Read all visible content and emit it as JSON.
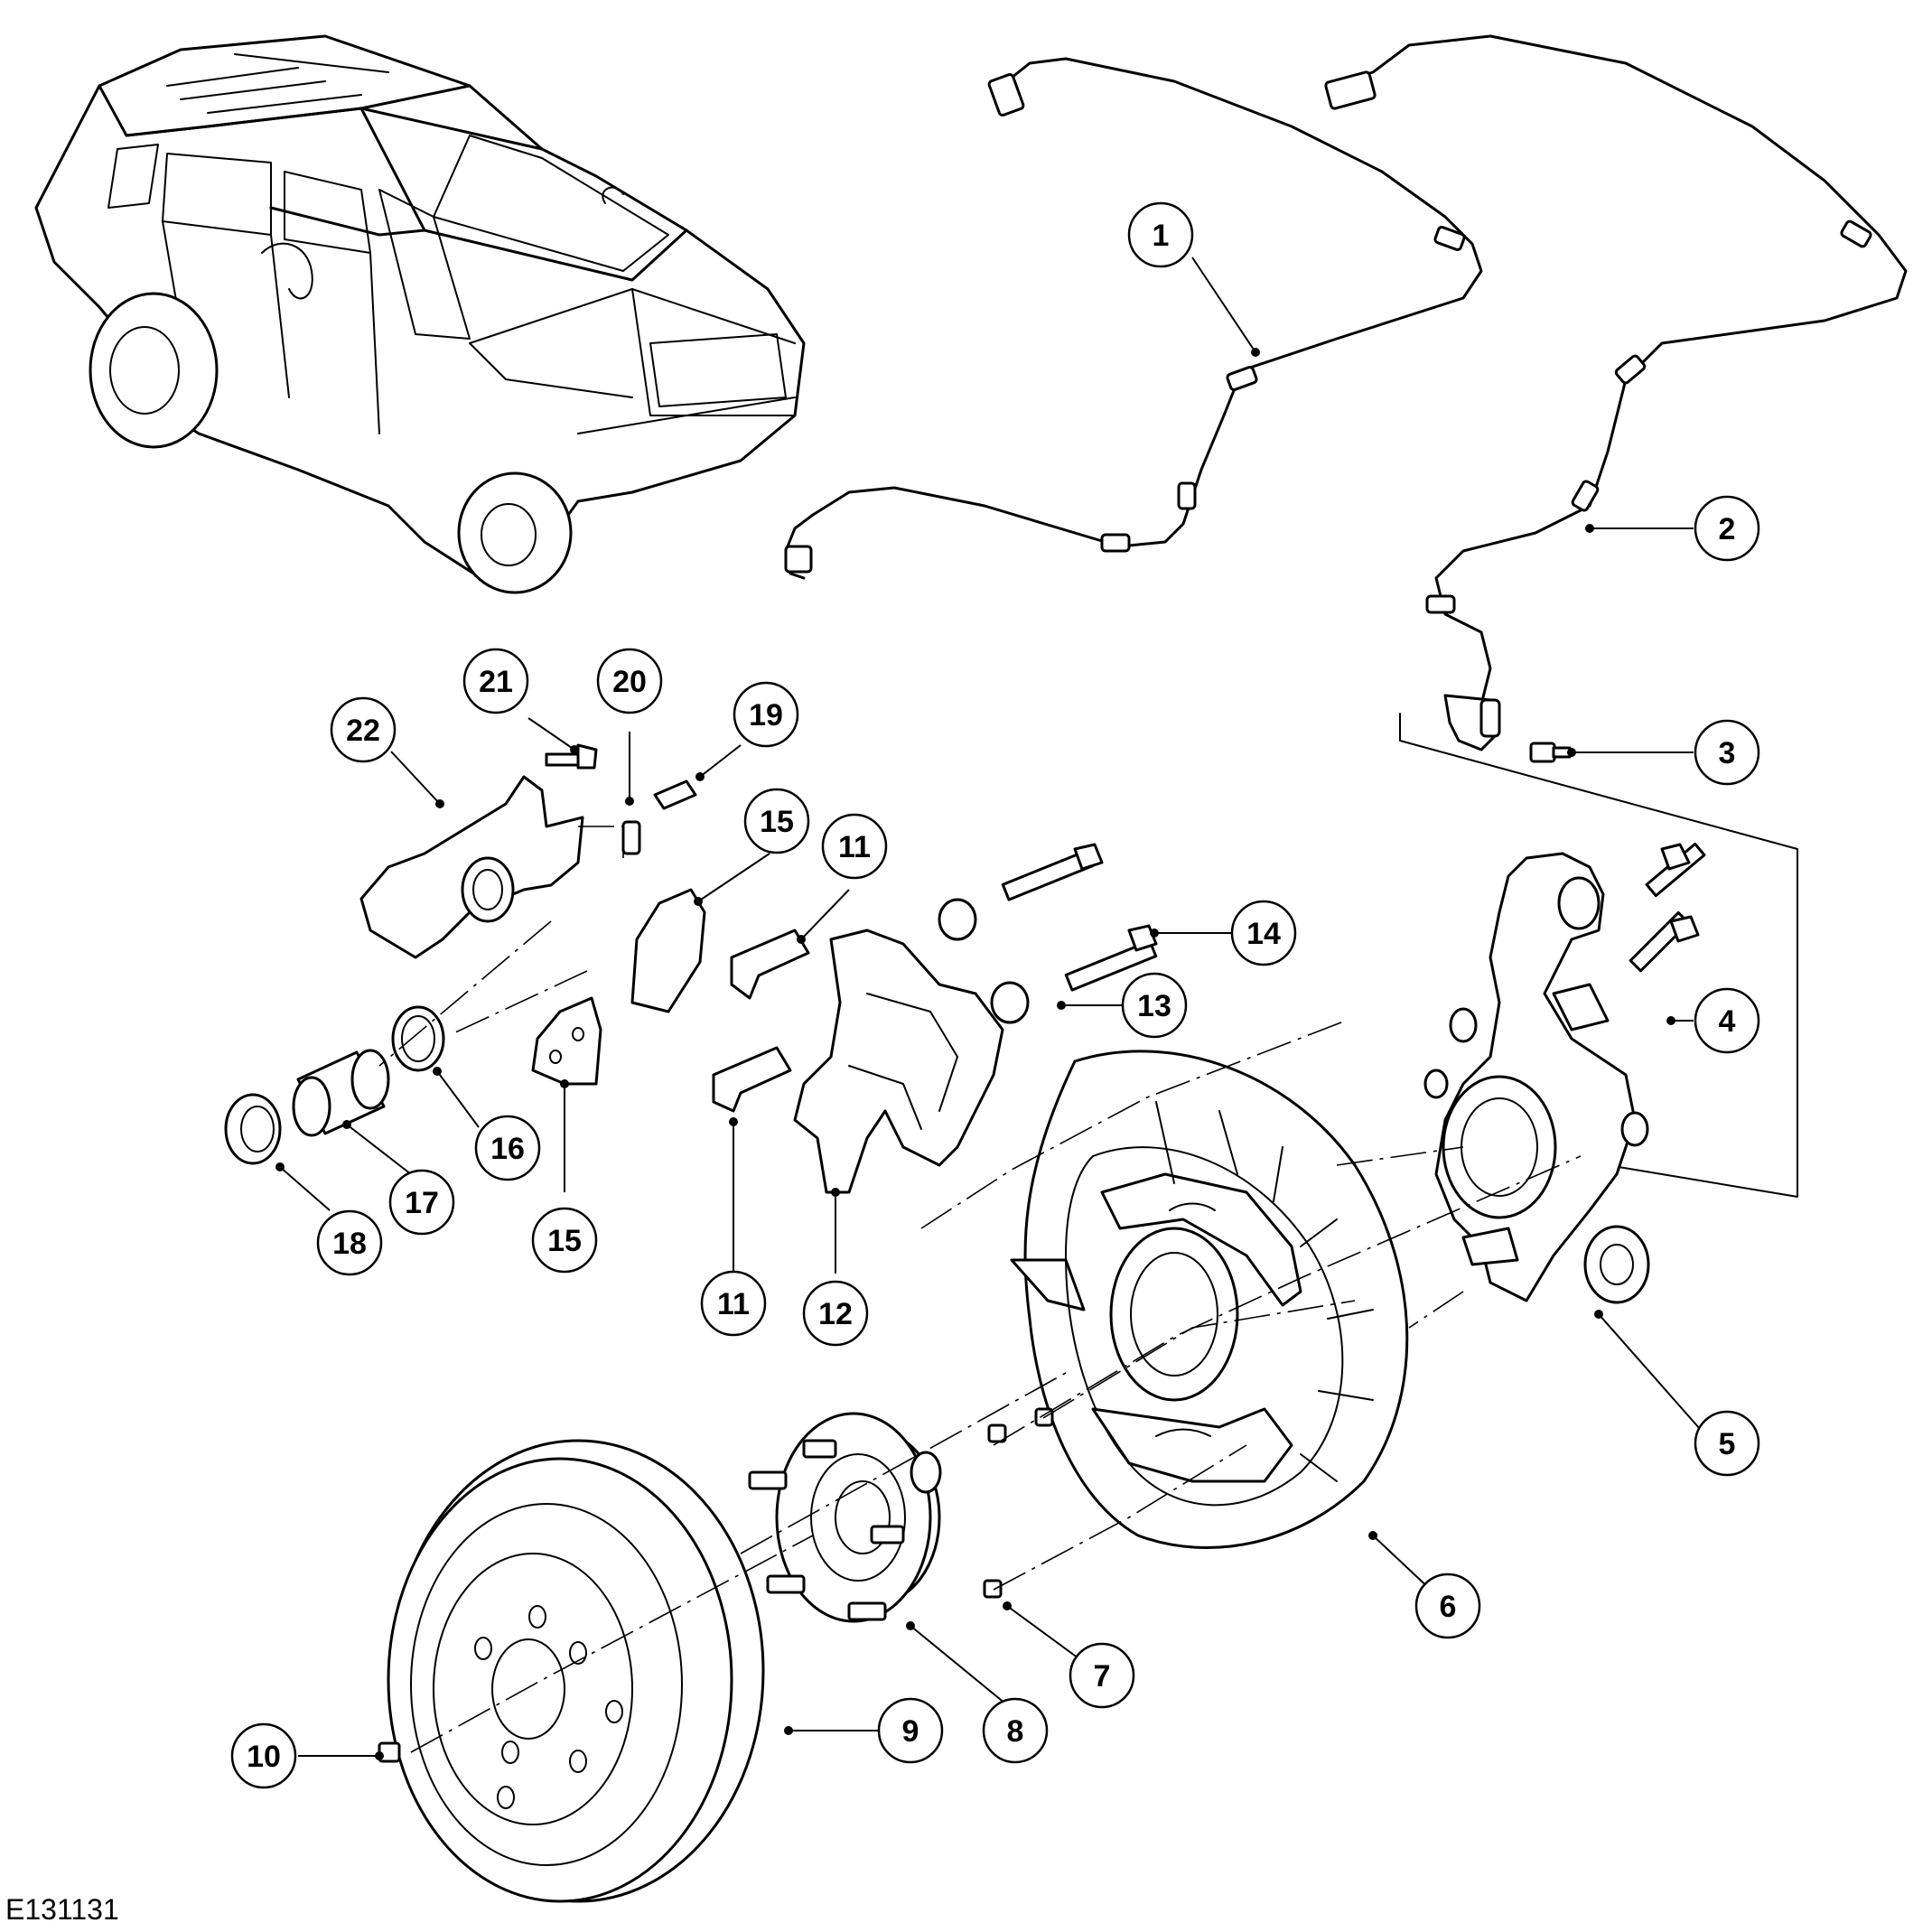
{
  "figure": {
    "code": "E131131"
  },
  "callouts": [
    {
      "label": "1"
    },
    {
      "label": "2"
    },
    {
      "label": "3"
    },
    {
      "label": "4"
    },
    {
      "label": "5"
    },
    {
      "label": "6"
    },
    {
      "label": "7"
    },
    {
      "label": "8"
    },
    {
      "label": "9"
    },
    {
      "label": "10"
    },
    {
      "label": "11"
    },
    {
      "label": "11"
    },
    {
      "label": "12"
    },
    {
      "label": "13"
    },
    {
      "label": "14"
    },
    {
      "label": "15"
    },
    {
      "label": "15"
    },
    {
      "label": "16"
    },
    {
      "label": "17"
    },
    {
      "label": "18"
    },
    {
      "label": "19"
    },
    {
      "label": "20"
    },
    {
      "label": "21"
    },
    {
      "label": "22"
    }
  ]
}
